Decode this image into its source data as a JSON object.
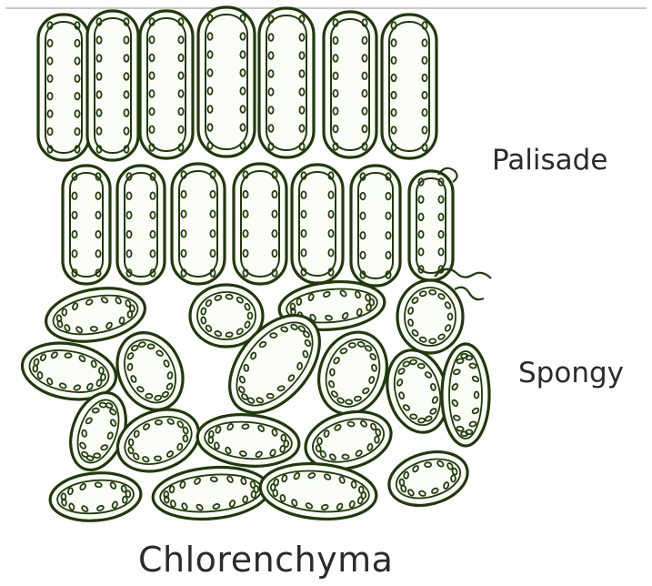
{
  "labels": {
    "palisade": "Palisade",
    "spongy": "Spongy",
    "title": "Chlorenchyma"
  },
  "colors": {
    "cell_outline": "#1f3a0a",
    "cell_fill": "#fbfdf7",
    "chloroplast": "#233f0d",
    "rule": "#b5b5b5",
    "label_text": "#2b2b2b"
  }
}
